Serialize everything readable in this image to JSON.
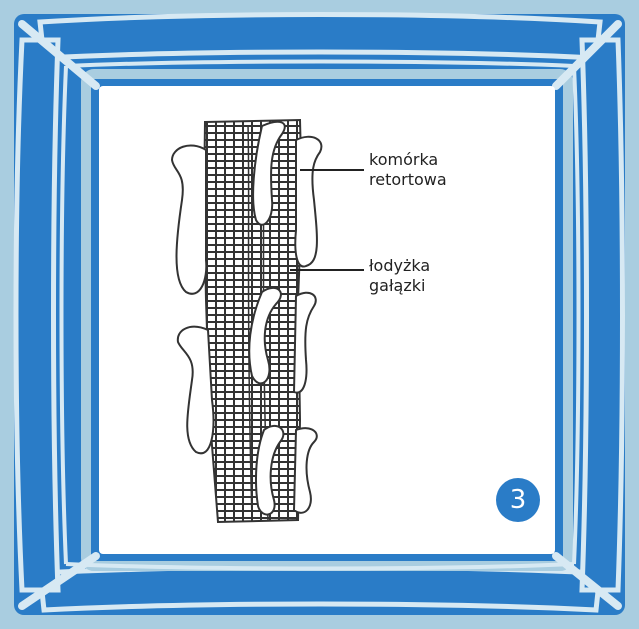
{
  "labels": {
    "retort_cell": "komórka\nretortowa",
    "branch_stem": "łodyżka\ngałązki"
  },
  "page_number": "3",
  "colors": {
    "frame_blue": "#2a7cc7",
    "frame_light": "#a9cde0",
    "panel": "#ffffff",
    "line": "#222222"
  }
}
